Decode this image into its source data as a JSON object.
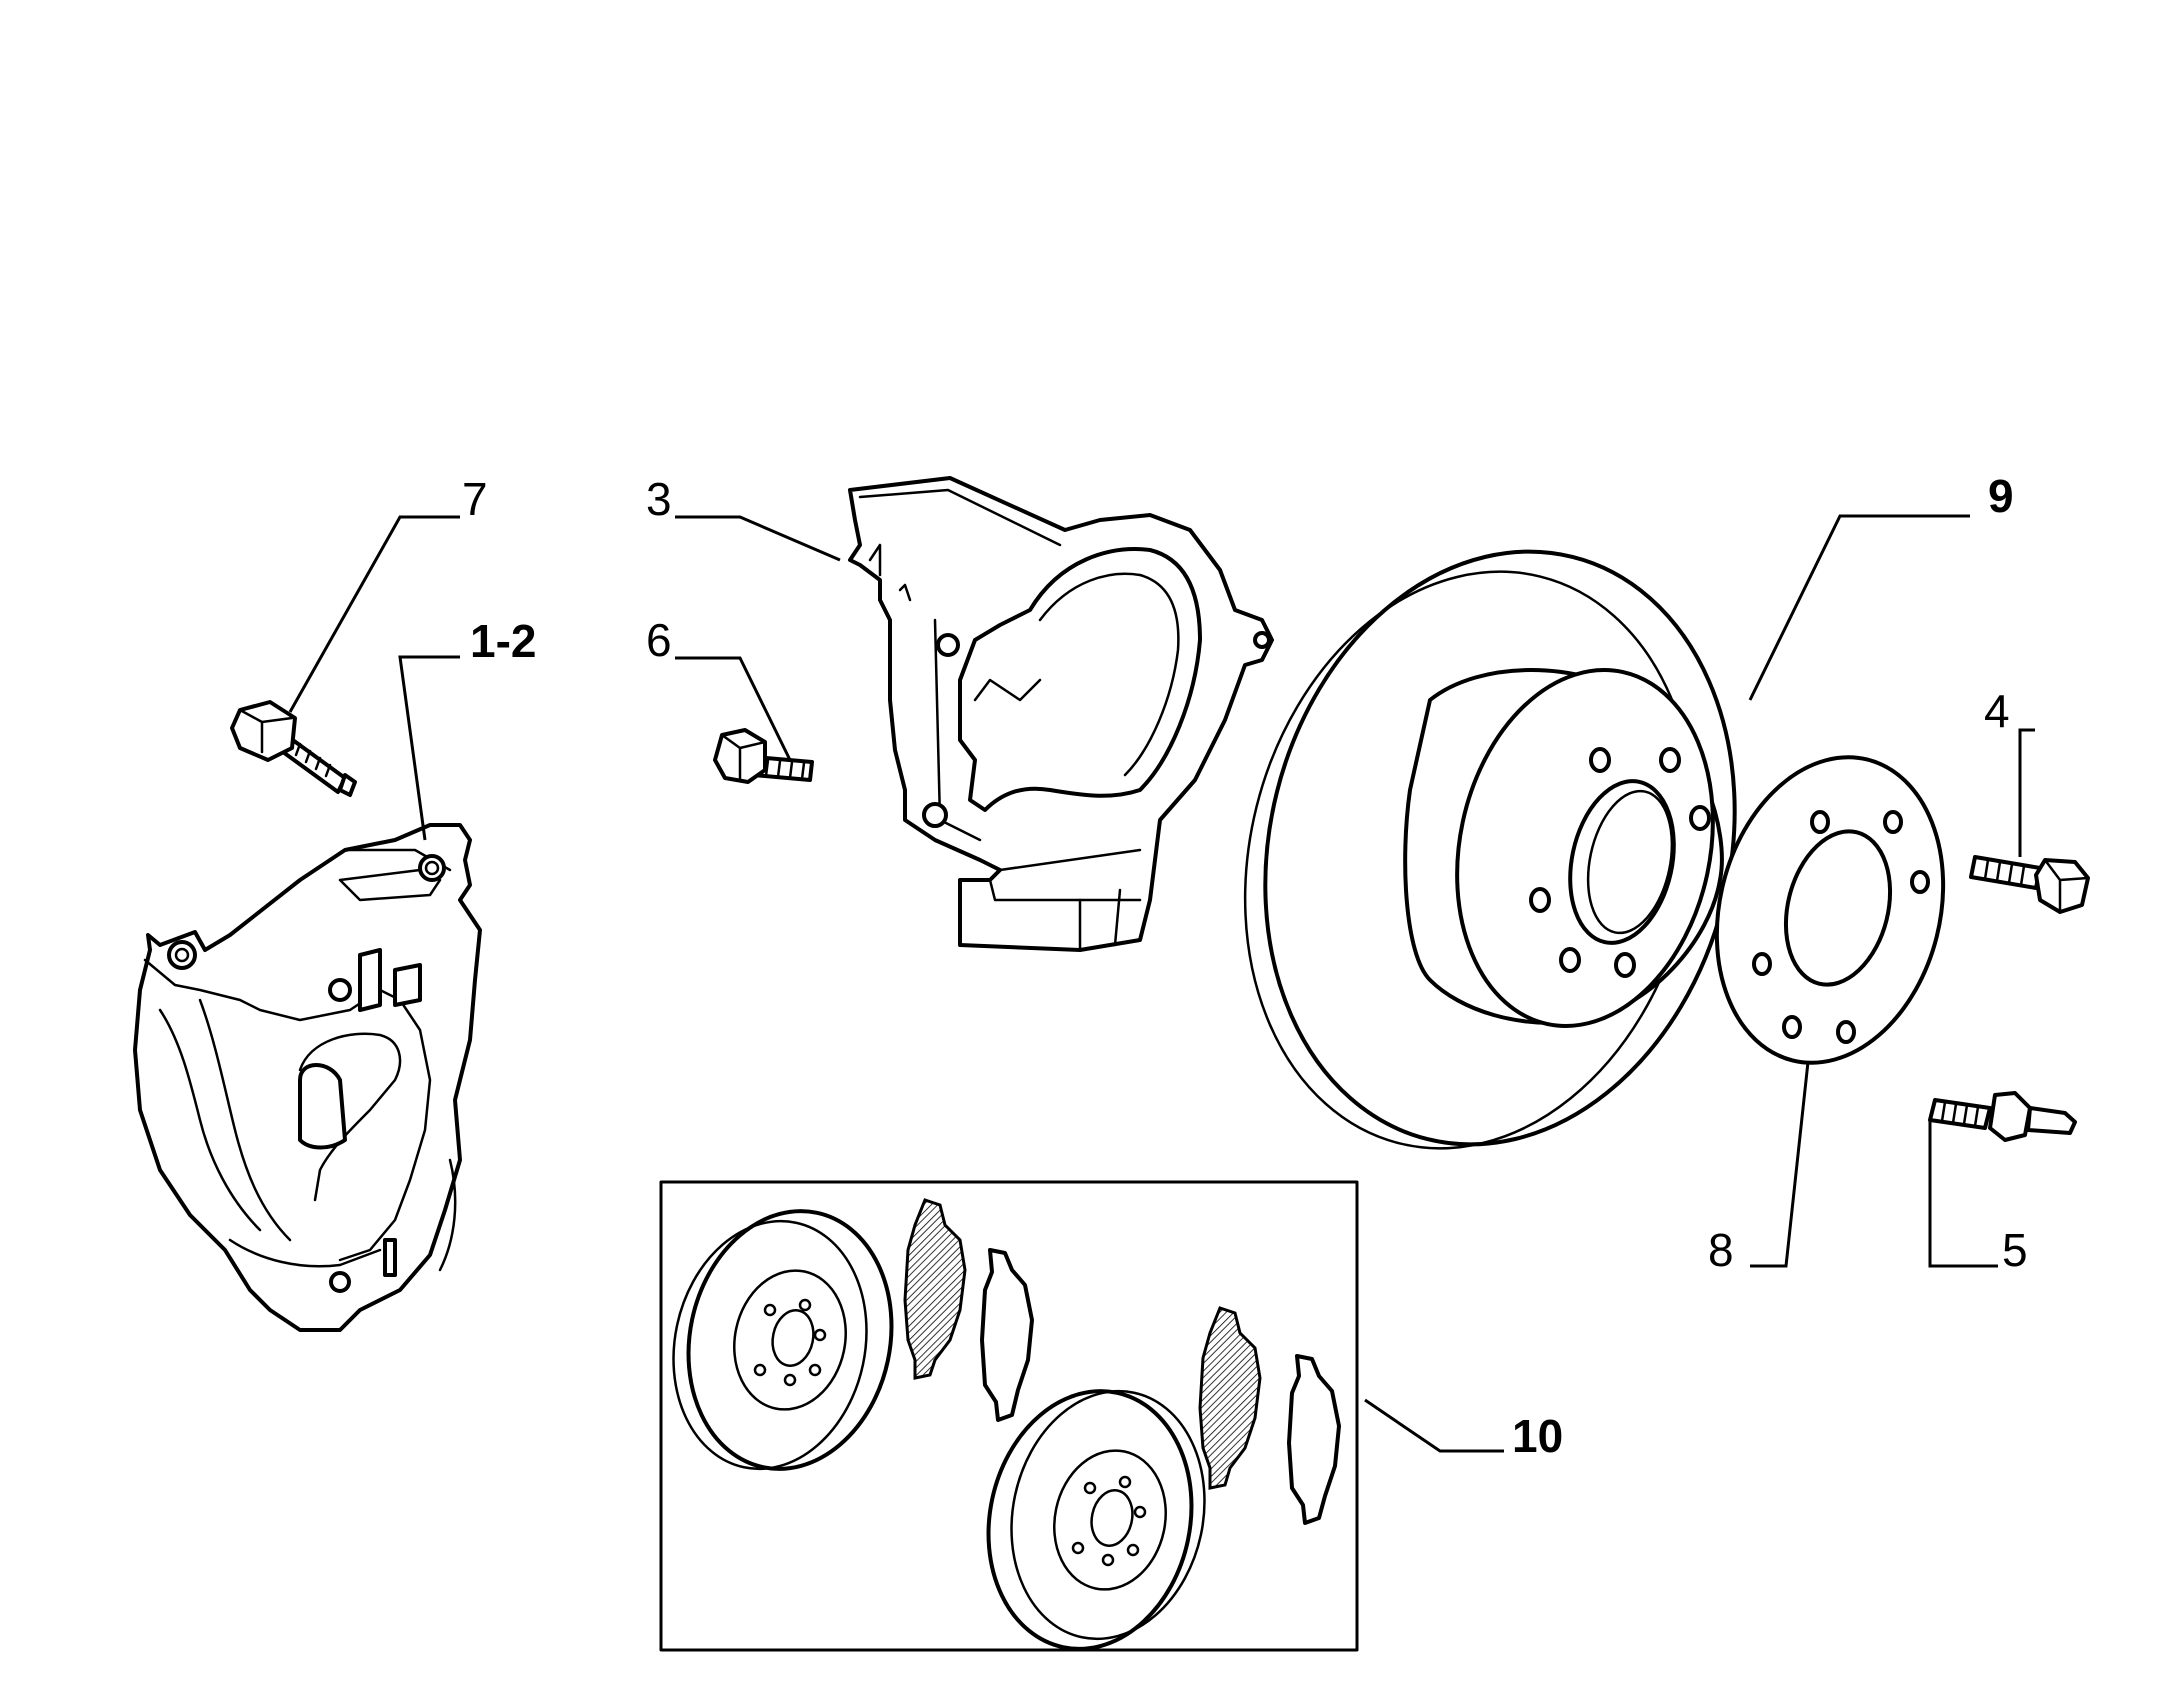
{
  "callouts": {
    "c7": "7",
    "c12": "1-2",
    "c3": "3",
    "c6": "6",
    "c9": "9",
    "c4": "4",
    "c8": "8",
    "c5": "5",
    "c10": "10"
  },
  "colors": {
    "line": "#000000",
    "background": "#ffffff"
  }
}
